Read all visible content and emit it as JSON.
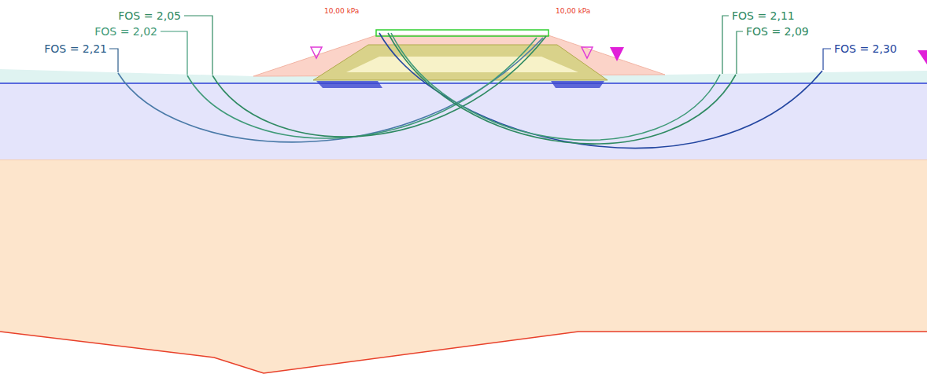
{
  "diagram": {
    "labels": [
      "FOS = 2,05",
      "FOS = 2,02",
      "FOS = 2,21",
      "10,00 kPa",
      "10,00 kPa",
      "FOS = 2,11",
      "FOS = 2,09",
      "FOS = 2,30"
    ]
  }
}
